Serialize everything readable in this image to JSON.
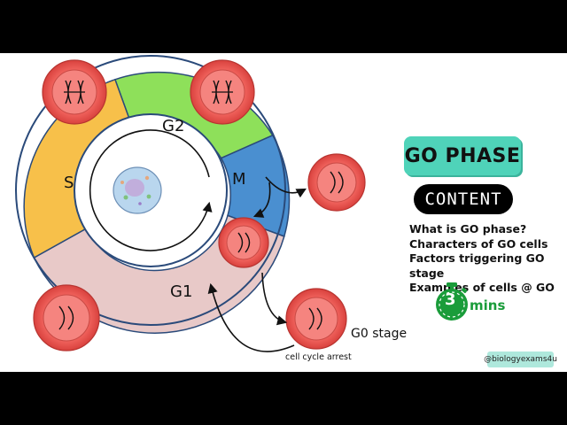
{
  "diagram": {
    "phases": [
      {
        "name": "G2",
        "color": "#8ee05a"
      },
      {
        "name": "M",
        "color": "#4a8fd0"
      },
      {
        "name": "G1",
        "color": "#e8c9c8"
      },
      {
        "name": "S",
        "color": "#f7c04a"
      }
    ],
    "g0_label": "G0 stage",
    "arrest_label": "cell cycle arrest"
  },
  "panel": {
    "title": "GO PHASE",
    "content_label": "CONTENT",
    "items": [
      "What is GO phase?",
      "Characters of GO cells",
      "Factors triggering GO stage",
      "Examples of cells @ GO"
    ],
    "timer_value": "3",
    "timer_unit": "mins",
    "handle": "@biologyexams4u"
  },
  "colors": {
    "title_bg": "#4fd3b9",
    "cell_red": "#ef6b66",
    "timer_green": "#1a9c3a"
  }
}
